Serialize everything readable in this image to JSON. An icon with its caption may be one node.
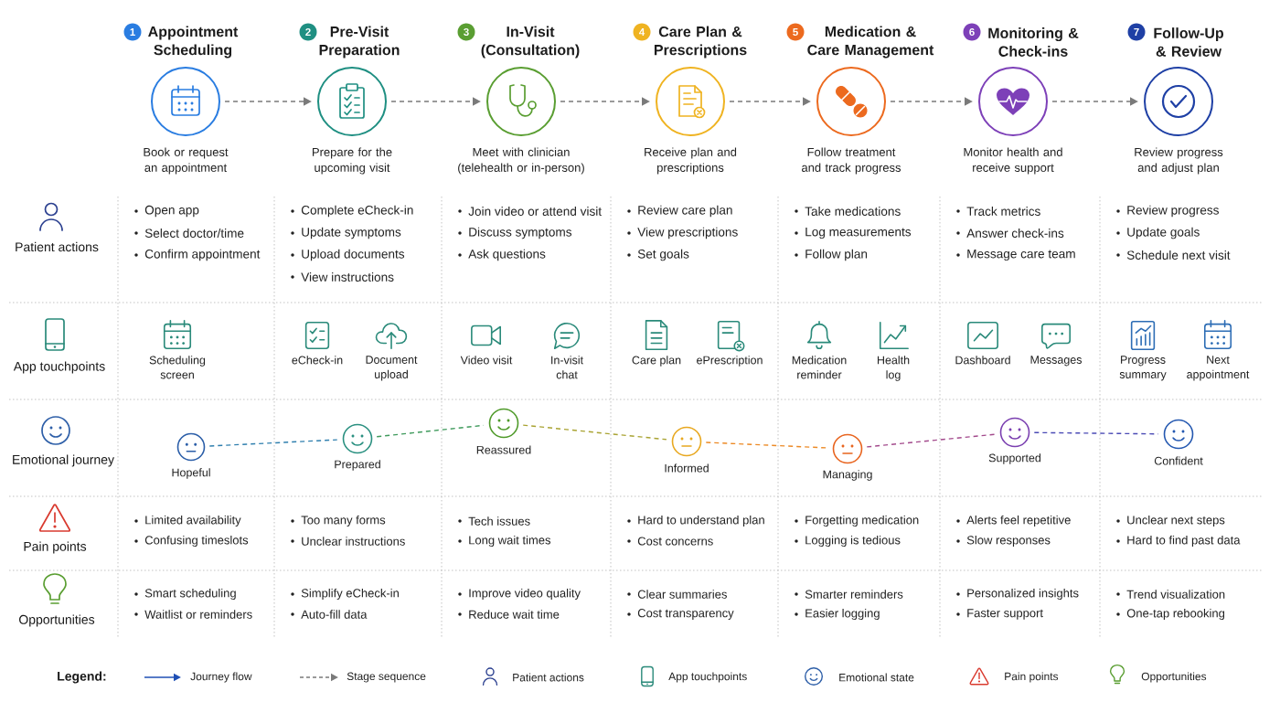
{
  "diagram": {
    "nodes": [
      {
        "text": [
          "1",
          "Appointment Scheduling",
          "Book or request an appointment"
        ]
      },
      {
        "text": [
          "2",
          "Pre-Visit Preparation",
          "Prepare for the upcoming visit"
        ]
      },
      {
        "text": [
          "3",
          "In-Visit (Consultation)",
          "Meet with clinician (telehealth or in-person)"
        ]
      },
      {
        "text": [
          "4",
          "Care Plan & Prescriptions",
          "Receive plan and prescriptions"
        ]
      },
      {
        "text": [
          "5",
          "Medication & Care Management",
          "Follow treatment and track progress"
        ]
      },
      {
        "text": [
          "6",
          "Monitoring & Check-ins",
          "Monitor health and receive support"
        ]
      },
      {
        "text": [
          "7",
          "Follow-Up & Review",
          "Review progress and adjust plan"
        ]
      },
      {
        "text": [
          "Hopeful"
        ]
      },
      {
        "text": [
          "Prepared"
        ]
      },
      {
        "text": [
          "Reassured"
        ]
      },
      {
        "text": [
          "Informed"
        ]
      },
      {
        "text": [
          "Managing"
        ]
      },
      {
        "text": [
          "Supported"
        ]
      },
      {
        "text": [
          "Confident"
        ]
      }
    ],
    "edges": [
      {
        "from": 0,
        "to": 1,
        "arrow": "to",
        "style": "dashed",
        "color": "#7a7a7a"
      },
      {
        "from": 1,
        "to": 2,
        "arrow": "to",
        "style": "dashed",
        "color": "#7a7a7a"
      },
      {
        "from": 2,
        "to": 3,
        "arrow": "to",
        "style": "dashed",
        "color": "#7a7a7a"
      },
      {
        "from": 3,
        "to": 4,
        "arrow": "to",
        "style": "dashed",
        "color": "#7a7a7a"
      },
      {
        "from": 4,
        "to": 5,
        "arrow": "to",
        "style": "dashed",
        "color": "#7a7a7a"
      },
      {
        "from": 5,
        "to": 6,
        "arrow": "to",
        "style": "dashed",
        "color": "#7a7a7a"
      },
      {
        "from": 7,
        "to": 8,
        "arrow": "none",
        "style": "dashed",
        "color": "#2f7fae"
      },
      {
        "from": 8,
        "to": 9,
        "arrow": "none",
        "style": "dashed",
        "color": "#3f9a5c"
      },
      {
        "from": 9,
        "to": 10,
        "arrow": "none",
        "style": "dashed",
        "color": "#a9a332"
      },
      {
        "from": 10,
        "to": 11,
        "arrow": "none",
        "style": "dashed",
        "color": "#ec8a26"
      },
      {
        "from": 11,
        "to": 12,
        "arrow": "none",
        "style": "dashed",
        "color": "#a34a8c"
      },
      {
        "from": 12,
        "to": 13,
        "arrow": "none",
        "style": "dashed",
        "color": "#4a4ab5"
      }
    ],
    "labels": [
      "Patient actions",
      "Open app",
      "Select doctor/time",
      "Confirm appointment",
      "Complete eCheck-in",
      "Update symptoms",
      "Upload documents",
      "View instructions",
      "Join video or attend visit",
      "Discuss symptoms",
      "Ask questions",
      "Review care plan",
      "View prescriptions",
      "Set goals",
      "Take medications",
      "Log measurements",
      "Follow plan",
      "Track metrics",
      "Answer check-ins",
      "Message care team",
      "Review progress",
      "Update goals",
      "Schedule next visit",
      "App touchpoints",
      "Scheduling screen",
      "eCheck-in",
      "Document upload",
      "Video visit",
      "In-visit chat",
      "Care plan",
      "ePrescription",
      "Medication reminder",
      "Health log",
      "Dashboard",
      "Messages",
      "Progress summary",
      "Next appointment",
      "Emotional journey",
      "Pain points",
      "Limited availability",
      "Confusing timeslots",
      "Too many forms",
      "Unclear instructions",
      "Tech issues",
      "Long wait times",
      "Hard to understand plan",
      "Cost concerns",
      "Forgetting medication",
      "Logging is tedious",
      "Alerts feel repetitive",
      "Slow responses",
      "Unclear next steps",
      "Hard to find past data",
      "Opportunities",
      "Smart scheduling",
      "Waitlist or reminders",
      "Simplify eCheck-in",
      "Auto-fill data",
      "Improve video quality",
      "Reduce wait time",
      "Clear summaries",
      "Cost transparency",
      "Smarter reminders",
      "Easier logging",
      "Personalized insights",
      "Faster support",
      "Trend visualization",
      "One-tap rebooking",
      "Legend:"
    ],
    "legend": [
      {
        "text": "Journey flow"
      },
      {
        "text": "Stage sequence"
      },
      {
        "text": "Patient actions"
      },
      {
        "text": "App touchpoints"
      },
      {
        "text": "Emotional state"
      },
      {
        "text": "Pain points"
      },
      {
        "text": "Opportunities"
      }
    ]
  }
}
